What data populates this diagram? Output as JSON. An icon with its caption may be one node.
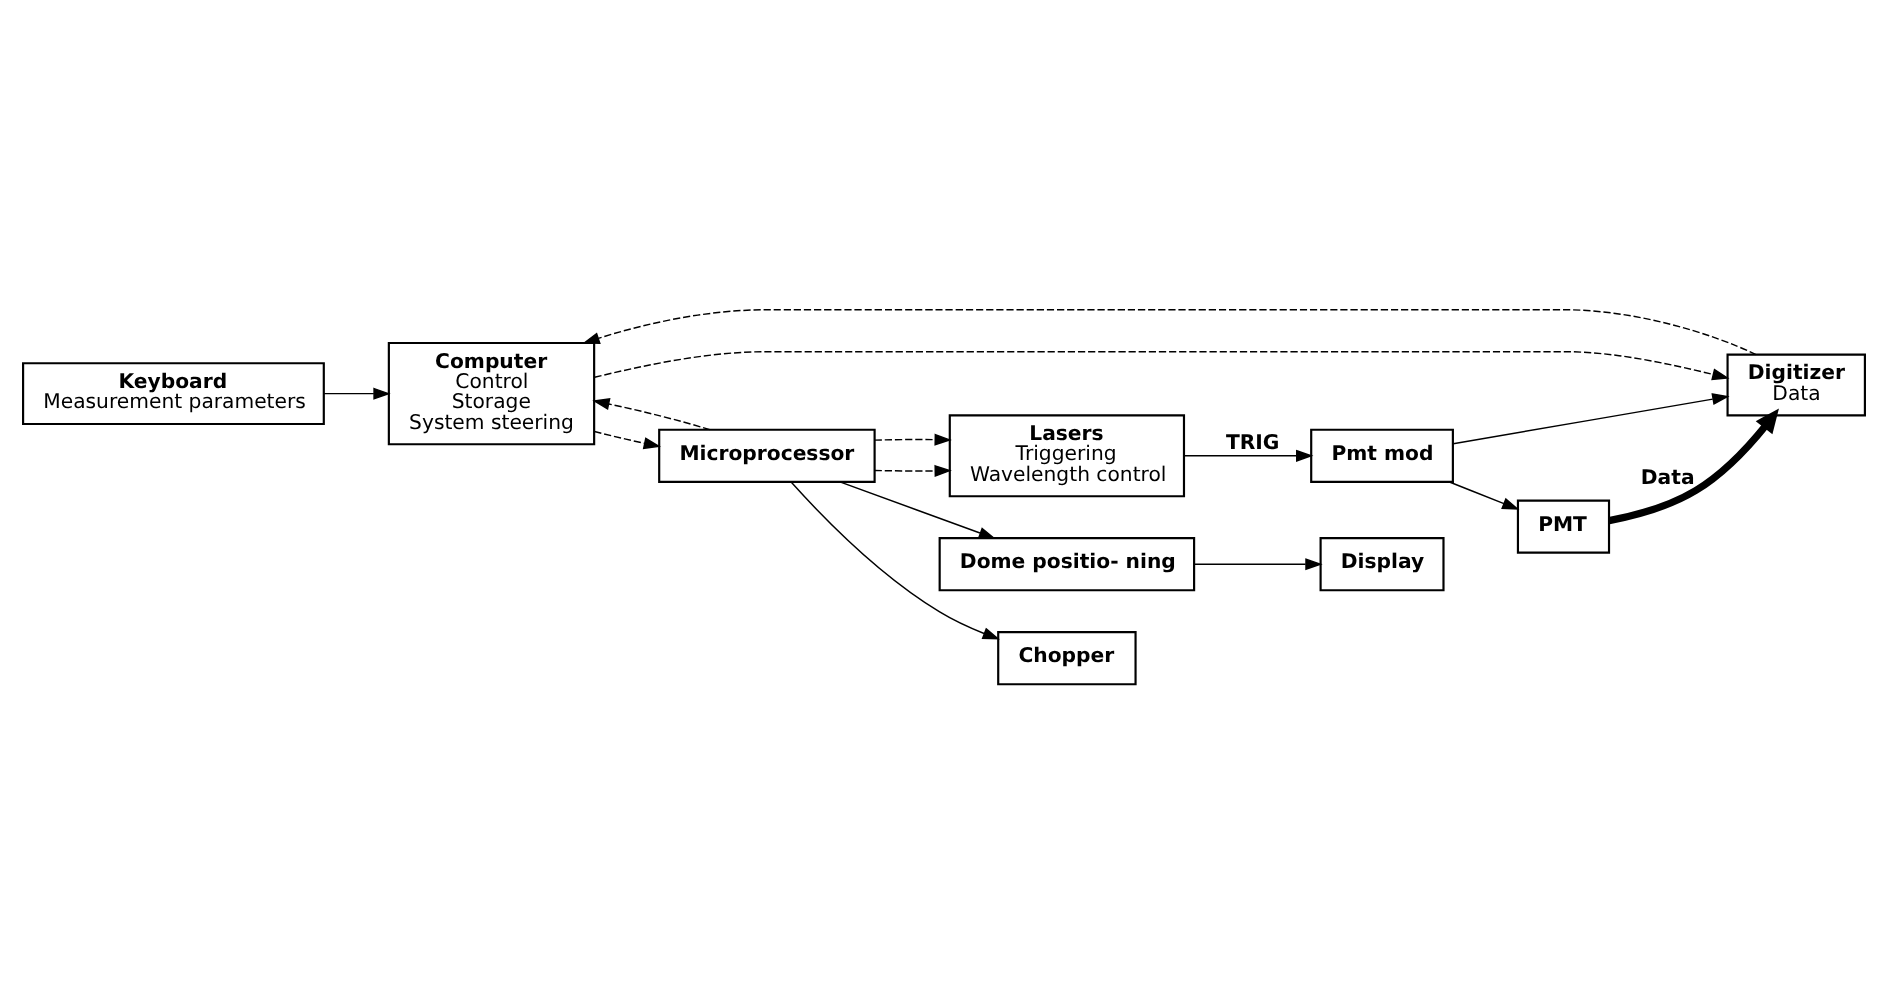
{
  "diagram": {
    "nodes": [
      {
        "text": [
          "Keyboard",
          "Measurement parameters"
        ]
      },
      {
        "text": [
          "Computer",
          "Control",
          "Storage",
          "System steering"
        ]
      },
      {
        "text": [
          "Digitizer",
          "Data"
        ]
      },
      {
        "text": [
          "PMT"
        ]
      },
      {
        "text": [
          "Pmt mod"
        ]
      },
      {
        "text": [
          "Microprocessor"
        ]
      },
      {
        "text": [
          "Lasers",
          "Triggering",
          "Wavelength control"
        ]
      },
      {
        "text": [
          "Dome positio- ning"
        ]
      },
      {
        "text": [
          "Chopper"
        ]
      },
      {
        "text": [
          "Display"
        ]
      }
    ],
    "edges": [
      {
        "from": 0,
        "to": 1,
        "arrow": "to"
      },
      {
        "from": 1,
        "to": 2,
        "arrow": "to",
        "style": "dashed"
      },
      {
        "from": 2,
        "to": 1,
        "arrow": "to",
        "style": "dashed"
      },
      {
        "from": 3,
        "to": 2,
        "arrow": "to",
        "style": "thick",
        "label": "Data"
      },
      {
        "from": 4,
        "to": 3,
        "arrow": "to"
      },
      {
        "from": 4,
        "to": 2,
        "arrow": "to"
      },
      {
        "from": 6,
        "to": 4,
        "arrow": "to",
        "label": "TRIG"
      },
      {
        "from": 1,
        "to": 5,
        "arrow": "to",
        "style": "dashed"
      },
      {
        "from": 5,
        "to": 1,
        "arrow": "to",
        "style": "dashed"
      },
      {
        "from": 5,
        "to": 6,
        "arrow": "to",
        "style": "dashed"
      },
      {
        "from": 5,
        "to": 6,
        "arrow": "to",
        "style": "dashed"
      },
      {
        "from": 5,
        "to": 7,
        "arrow": "to"
      },
      {
        "from": 5,
        "to": 8,
        "arrow": "to"
      },
      {
        "from": 7,
        "to": 9,
        "arrow": "to"
      }
    ]
  }
}
